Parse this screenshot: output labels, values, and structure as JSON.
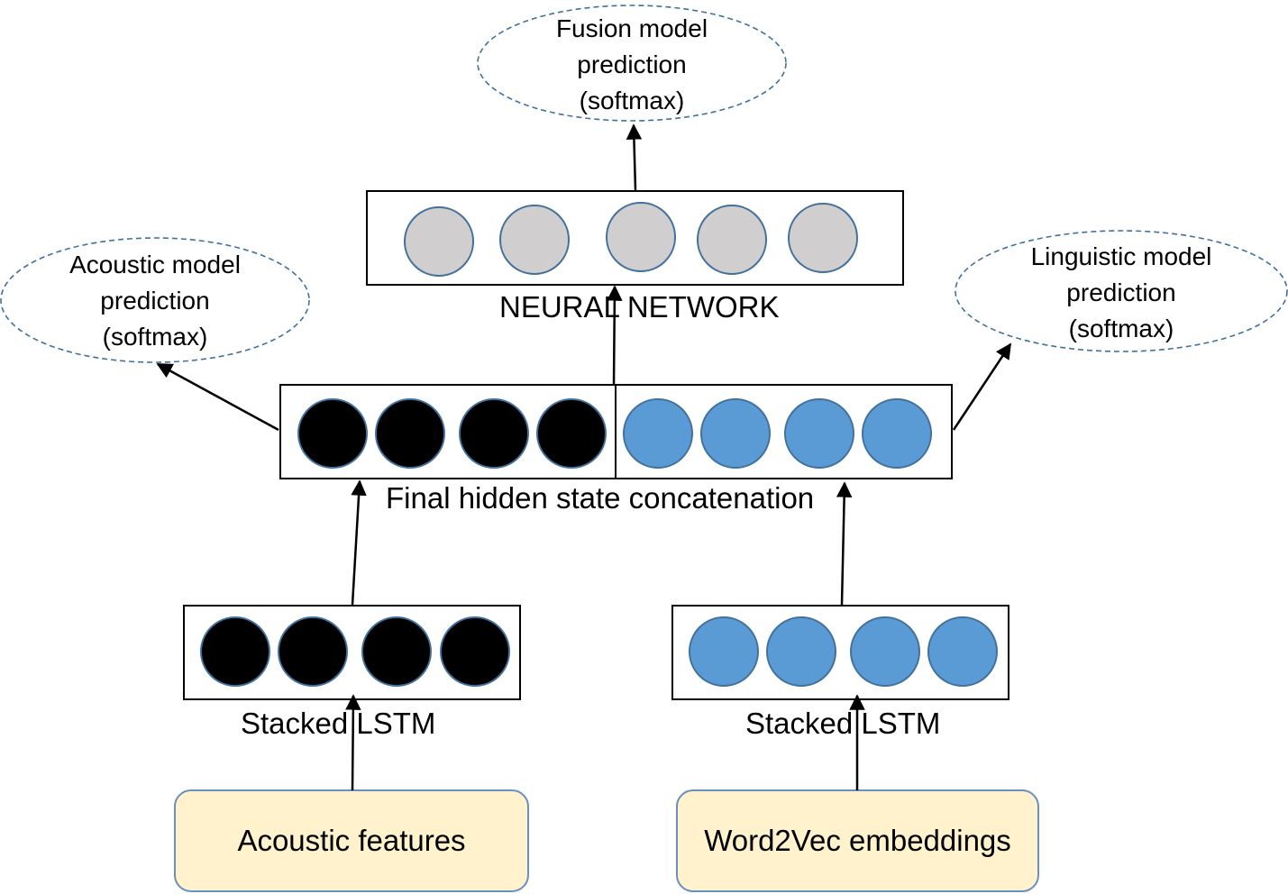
{
  "outputs": {
    "fusion": [
      "Fusion model",
      "prediction",
      "(softmax)"
    ],
    "acoustic": [
      "Acoustic model",
      "prediction",
      "(softmax)"
    ],
    "linguistic": [
      "Linguistic model",
      "prediction",
      "(softmax)"
    ]
  },
  "layers": {
    "neural_network": "NEURAL NETWORK",
    "concatenation": "Final hidden state concatenation",
    "acoustic_lstm": "Stacked LSTM",
    "linguistic_lstm": "Stacked LSTM"
  },
  "inputs": {
    "acoustic": "Acoustic features",
    "linguistic": "Word2Vec embeddings"
  },
  "colors": {
    "nn_node": "#d0cece",
    "acoustic_node": "#000000",
    "linguistic_node": "#5b9bd5",
    "node_stroke": "#41719c",
    "input_fill": "#fff2cc",
    "input_stroke": "#6a8fc2",
    "ellipse_stroke": "#41719c"
  }
}
